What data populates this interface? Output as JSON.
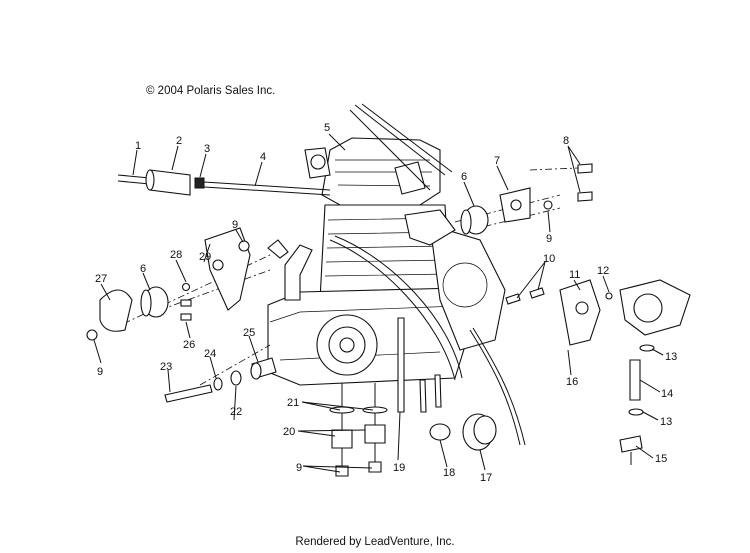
{
  "copyright": "© 2004 Polaris Sales Inc.",
  "footer": "Rendered by LeadVenture, Inc.",
  "callouts": [
    {
      "id": "c1",
      "label": "1"
    },
    {
      "id": "c2",
      "label": "2"
    },
    {
      "id": "c3",
      "label": "3"
    },
    {
      "id": "c4",
      "label": "4"
    },
    {
      "id": "c5",
      "label": "5"
    },
    {
      "id": "c6a",
      "label": "6"
    },
    {
      "id": "c6b",
      "label": "6"
    },
    {
      "id": "c7",
      "label": "7"
    },
    {
      "id": "c8",
      "label": "8"
    },
    {
      "id": "c9a",
      "label": "9"
    },
    {
      "id": "c9b",
      "label": "9"
    },
    {
      "id": "c9c",
      "label": "9"
    },
    {
      "id": "c9d",
      "label": "9"
    },
    {
      "id": "c10",
      "label": "10"
    },
    {
      "id": "c11",
      "label": "11"
    },
    {
      "id": "c12",
      "label": "12"
    },
    {
      "id": "c13a",
      "label": "13"
    },
    {
      "id": "c13b",
      "label": "13"
    },
    {
      "id": "c14",
      "label": "14"
    },
    {
      "id": "c15",
      "label": "15"
    },
    {
      "id": "c16",
      "label": "16"
    },
    {
      "id": "c17",
      "label": "17"
    },
    {
      "id": "c18",
      "label": "18"
    },
    {
      "id": "c19",
      "label": "19"
    },
    {
      "id": "c20",
      "label": "20"
    },
    {
      "id": "c21",
      "label": "21"
    },
    {
      "id": "c22",
      "label": "22"
    },
    {
      "id": "c23",
      "label": "23"
    },
    {
      "id": "c24",
      "label": "24"
    },
    {
      "id": "c25",
      "label": "25"
    },
    {
      "id": "c26",
      "label": "26"
    },
    {
      "id": "c27",
      "label": "27"
    },
    {
      "id": "c28",
      "label": "28"
    },
    {
      "id": "c29",
      "label": "29"
    }
  ]
}
